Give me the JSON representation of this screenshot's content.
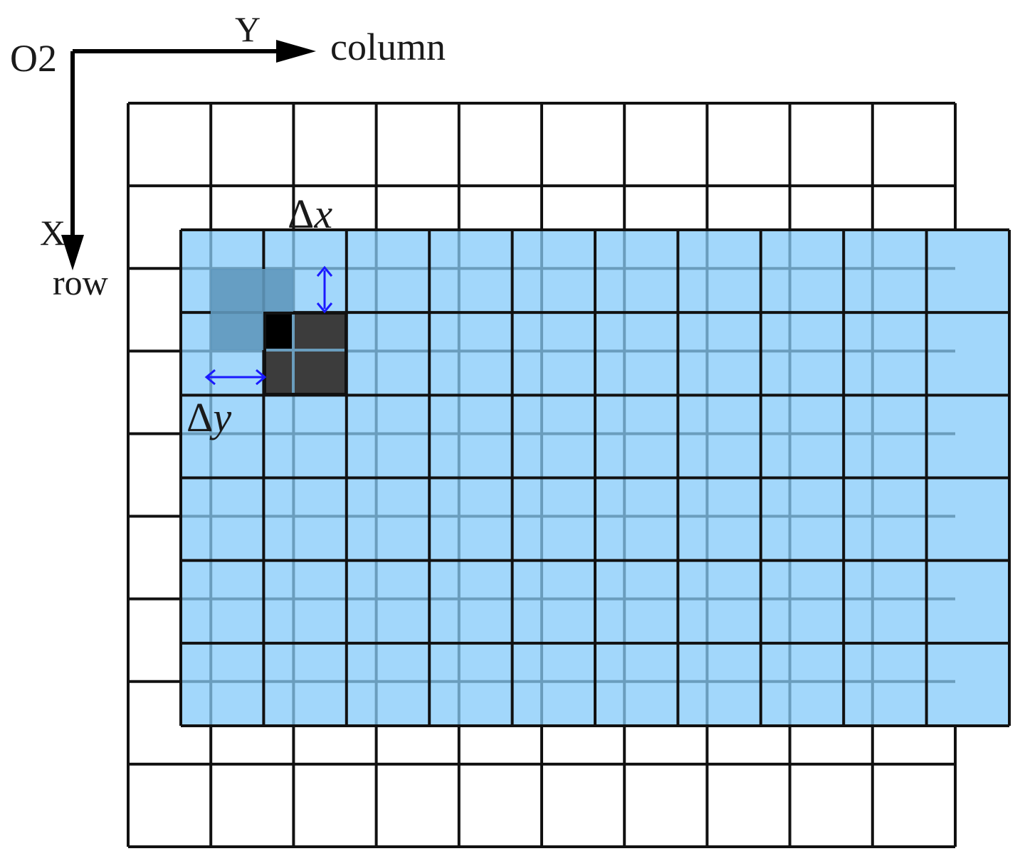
{
  "origin_label": "O2",
  "axis_y": {
    "letter": "Y",
    "word": "column"
  },
  "axis_x": {
    "letter": "X",
    "word": "row"
  },
  "delta_x": {
    "symbol": "Δ",
    "var": "x"
  },
  "delta_y": {
    "symbol": "Δ",
    "var": "y"
  },
  "colors": {
    "grid_line": "#111111",
    "overlay_fill": "#a2d7fb",
    "overlay_line": "#6a9dbd",
    "shaded_block": "#5f98bd",
    "dark_block": "#3c3c3c",
    "black_cell": "#000000",
    "arrow_blue": "#1a1aff"
  },
  "grids": {
    "reference": {
      "columns": 10,
      "rows": 9
    },
    "shifted": {
      "columns": 10,
      "rows": 6
    }
  }
}
